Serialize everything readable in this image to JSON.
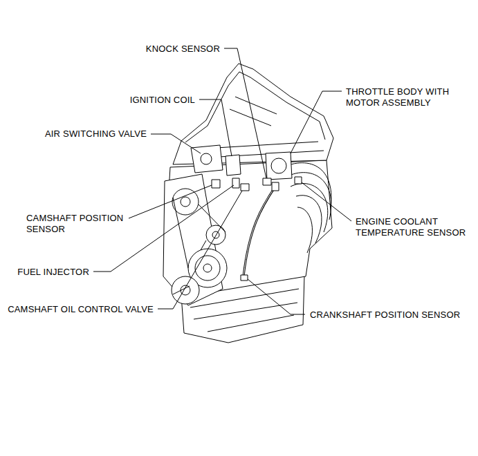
{
  "diagram": {
    "labels": [
      "KNOCK SENSOR",
      "IGNITION COIL",
      "THROTTLE BODY WITH MOTOR ASSEMBLY",
      "AIR SWITCHING VALVE",
      "CAMSHAFT POSITION SENSOR",
      "ENGINE COOLANT TEMPERATURE SENSOR",
      "FUEL INJECTOR",
      "CAMSHAFT OIL CONTROL VALVE",
      "CRANKSHAFT POSITION SENSOR"
    ]
  }
}
